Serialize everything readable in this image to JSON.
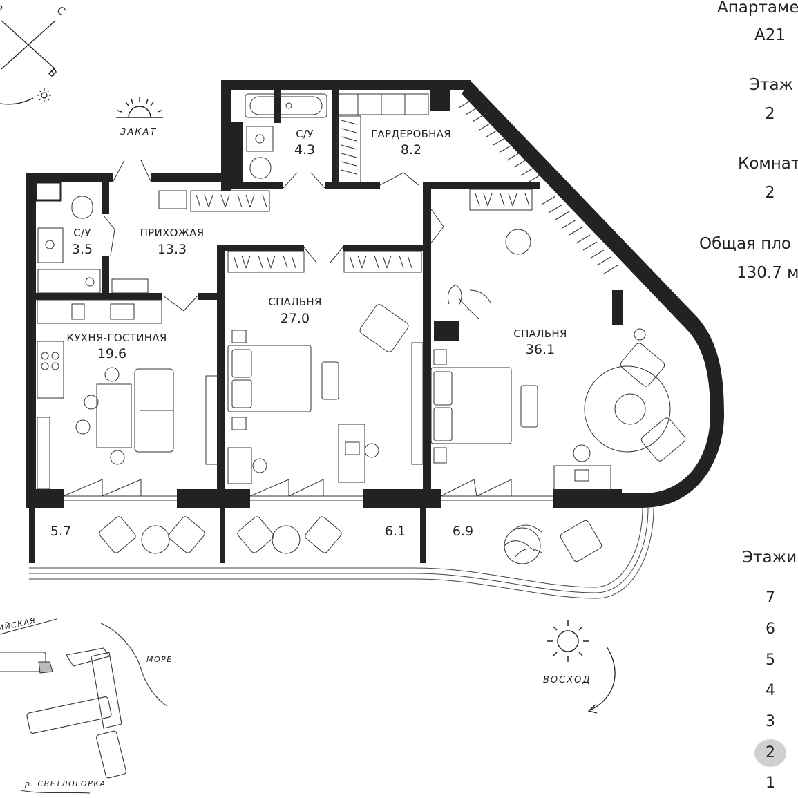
{
  "info": {
    "apartment_label": "Апартаме",
    "apartment_value": "А21",
    "floor_label": "Этаж",
    "floor_value": "2",
    "rooms_label": "Комнат",
    "rooms_value": "2",
    "area_label": "Общая пло",
    "area_value": "130.7 м"
  },
  "floors": {
    "title": "Этажи",
    "items": [
      "7",
      "6",
      "5",
      "4",
      "3",
      "2",
      "1"
    ],
    "active": "2"
  },
  "compass": {
    "north": "С",
    "east": "В",
    "west": "З"
  },
  "sun": {
    "sunset": "ЗАКАТ",
    "sunrise": "ВОСХОД"
  },
  "rooms": {
    "bath1": {
      "name": "С/У",
      "area": "3.5"
    },
    "bath2": {
      "name": "С/У",
      "area": "4.3"
    },
    "wardrobe": {
      "name": "ГАРДЕРОБНАЯ",
      "area": "8.2"
    },
    "hall": {
      "name": "ПРИХОЖАЯ",
      "area": "13.3"
    },
    "kitchen": {
      "name": "КУХНЯ-ГОСТИНАЯ",
      "area": "19.6"
    },
    "bedroom1": {
      "name": "СПАЛЬНЯ",
      "area": "27.0"
    },
    "bedroom2": {
      "name": "СПАЛЬНЯ",
      "area": "36.1"
    }
  },
  "balconies": [
    "5.7",
    "6.1",
    "6.9"
  ],
  "map": {
    "street": "ИЙСКАЯ",
    "sea": "МОРЕ",
    "river": "р. СВЕТЛОГОРКА"
  },
  "colors": {
    "wall": "#222222",
    "active_floor": "#d0d0d0",
    "building_highlight": "#bbbbbb"
  }
}
